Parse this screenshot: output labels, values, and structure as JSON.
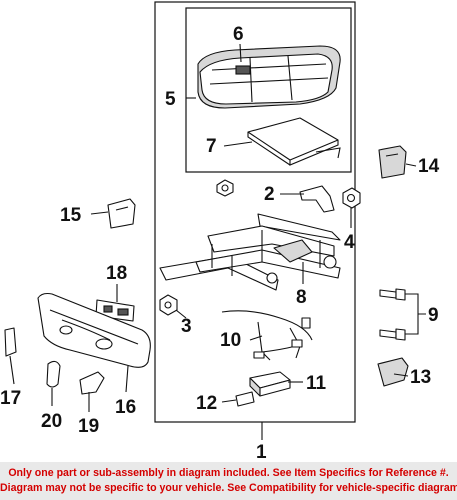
{
  "callouts": {
    "c1": "1",
    "c2": "2",
    "c3": "3",
    "c4": "4",
    "c5": "5",
    "c6": "6",
    "c7": "7",
    "c8": "8",
    "c10": "10",
    "c11": "11",
    "c12": "12",
    "c13": "13",
    "c14": "14",
    "c15": "15",
    "c16": "16",
    "c17": "17",
    "c18": "18",
    "c19": "19",
    "c20": "20",
    "c9": "9"
  },
  "disclaimer": {
    "line1": "Only one part or sub-assembly in diagram included. See Item Specifics for Reference #.",
    "line2": "Diagram may not be specific to your vehicle. See Compatibility for vehicle-specific diagrams."
  },
  "colors": {
    "disclaimer_text": "#d40000",
    "disclaimer_bg": "#e9e9e9",
    "line_art": "#111111"
  }
}
